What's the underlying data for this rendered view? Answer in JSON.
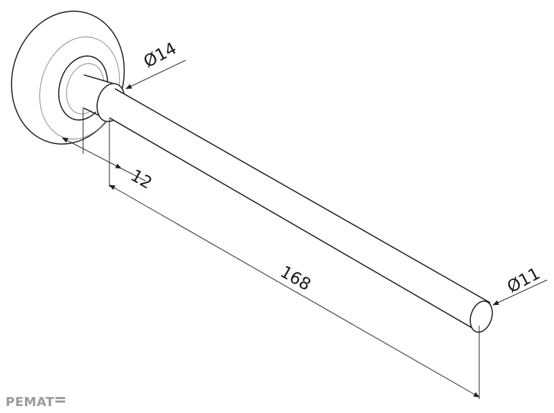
{
  "dimensions": {
    "flange_diameter": "Ø14",
    "shaft_diameter": "Ø11",
    "collar_length": "12",
    "shaft_length": "168"
  },
  "logo": {
    "text": "PEMAT"
  },
  "colors": {
    "line": "#222222",
    "hidden_line": "#9a9a9a",
    "logo": "#9a9a9a"
  }
}
